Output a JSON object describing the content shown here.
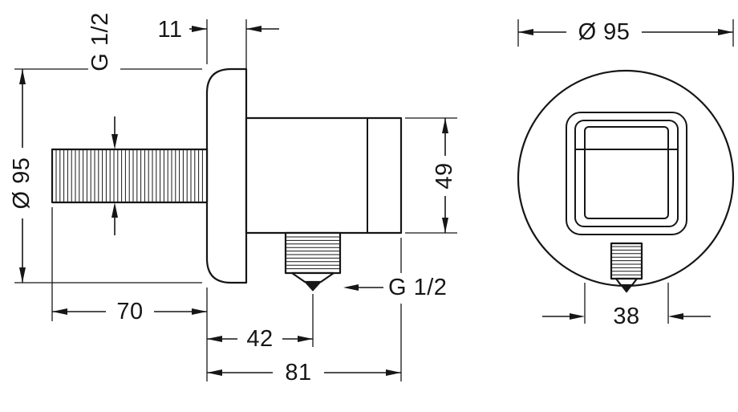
{
  "views": {
    "side": {
      "dims": {
        "flange_thickness": "11",
        "inlet_thread": "G 1/2",
        "flange_diameter": "Ø 95",
        "body_height": "49",
        "inlet_length": "70",
        "outlet_offset": "42",
        "total_depth": "81",
        "outlet_thread": "G 1/2"
      }
    },
    "front": {
      "dims": {
        "diameter": "Ø 95",
        "holder_width": "38"
      }
    }
  },
  "colors": {
    "line": "#161616",
    "background": "#ffffff"
  }
}
